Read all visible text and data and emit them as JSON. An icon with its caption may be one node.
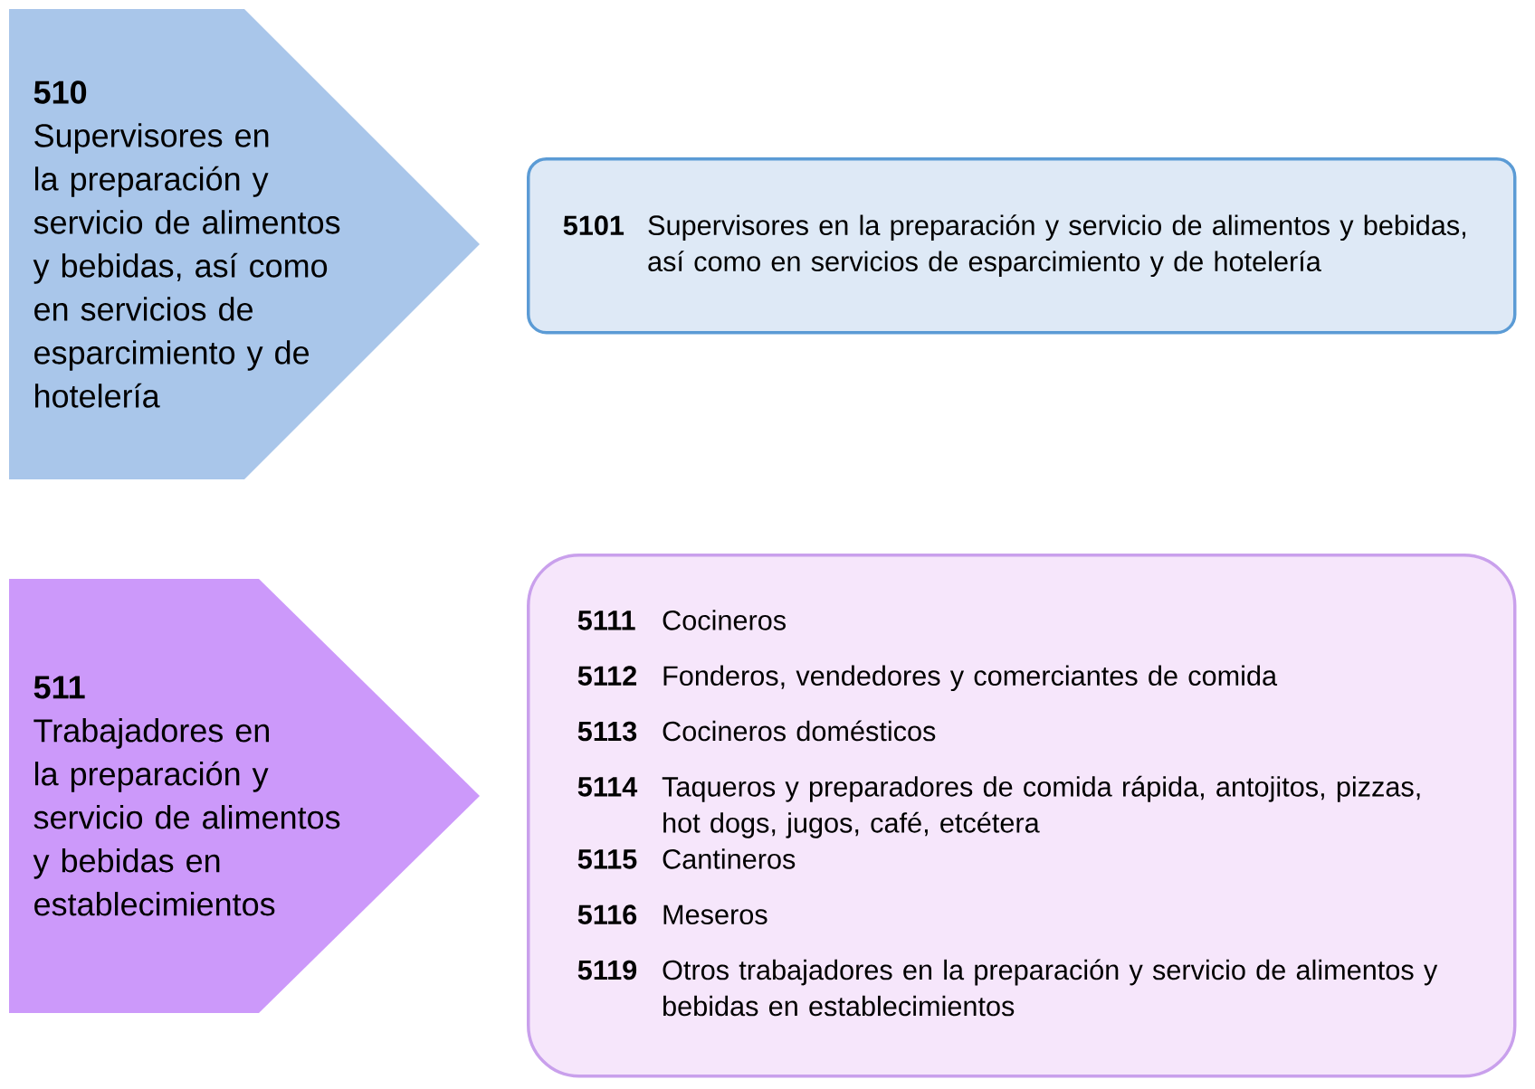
{
  "diagram": {
    "nodes": [
      {
        "text": [
          "510",
          "Supervisores en la preparación y servicio de alimentos y bebidas, así como en servicios de esparcimiento y de hotelería"
        ]
      },
      {
        "text": [
          "5101",
          "Supervisores en la preparación y servicio de alimentos y bebidas, así como en servicios de esparcimiento y de hotelería"
        ]
      },
      {
        "text": [
          "511",
          "Trabajadores en la preparación y servicio de alimentos y bebidas en establecimientos"
        ]
      },
      {
        "text": [
          "5111",
          "Cocineros",
          "5112",
          "Fonderos, vendedores y comerciantes de comida",
          "5113",
          "Cocineros domésticos",
          "5114",
          "Taqueros y preparadores de comida rápida, antojitos, pizzas, hot dogs, jugos, café, etcétera",
          "5115",
          "Cantineros",
          "5116",
          "Meseros",
          "5119",
          "Otros trabajadores en la preparación y servicio de alimentos y bebidas en establecimientos"
        ]
      }
    ]
  }
}
